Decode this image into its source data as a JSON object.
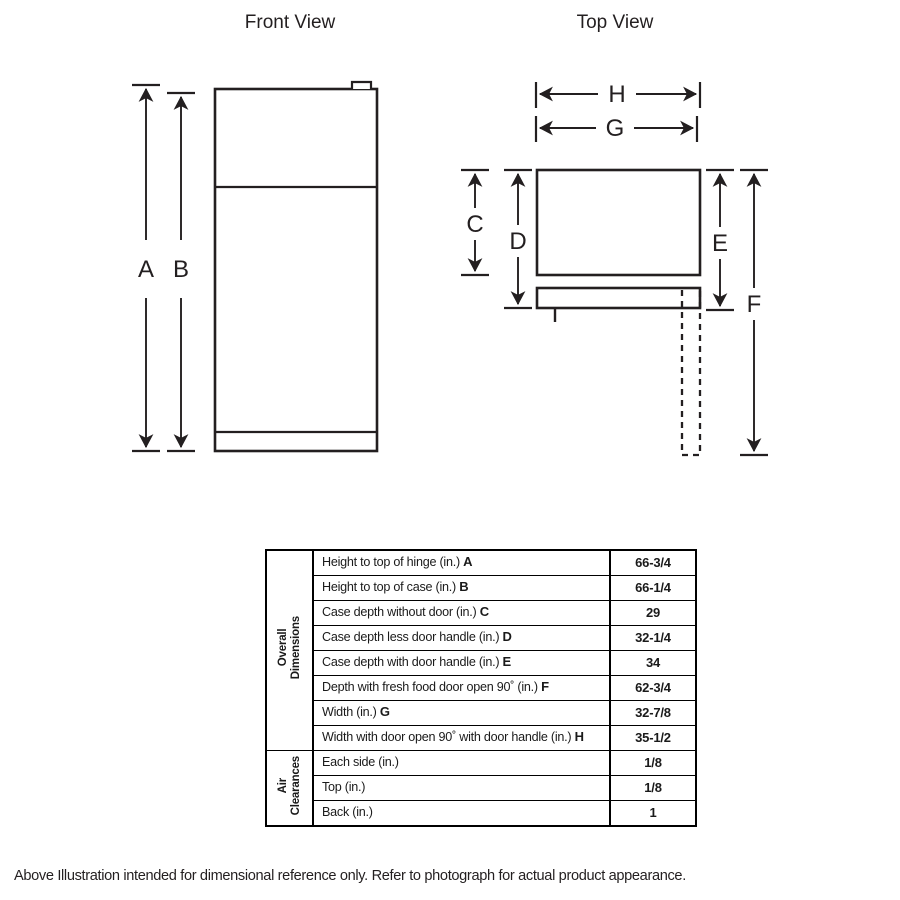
{
  "views": {
    "front": {
      "title": "Front View"
    },
    "top": {
      "title": "Top View"
    }
  },
  "dimension_labels": {
    "a": "A",
    "b": "B",
    "c": "C",
    "d": "D",
    "e": "E",
    "f": "F",
    "g": "G",
    "h": "H"
  },
  "table": {
    "groups": [
      {
        "name": "Overall\nDimensions",
        "rows": [
          {
            "label": "Height to top of hinge (in.) ",
            "key": "A",
            "value": "66-3/4"
          },
          {
            "label": "Height to top of case (in.) ",
            "key": "B",
            "value": "66-1/4"
          },
          {
            "label": "Case depth without door (in.) ",
            "key": "C",
            "value": "29"
          },
          {
            "label": "Case depth less door handle (in.) ",
            "key": "D",
            "value": "32-1/4"
          },
          {
            "label": "Case depth with door handle (in.) ",
            "key": "E",
            "value": "34"
          },
          {
            "label": "Depth with fresh food door open 90˚ (in.) ",
            "key": "F",
            "value": "62-3/4"
          },
          {
            "label": "Width (in.) ",
            "key": "G",
            "value": "32-7/8"
          },
          {
            "label": "Width with door open 90˚ with door handle (in.) ",
            "key": "H",
            "value": "35-1/2"
          }
        ]
      },
      {
        "name": "Air\nClearances",
        "rows": [
          {
            "label": "Each side (in.)",
            "key": "",
            "value": "1/8"
          },
          {
            "label": "Top (in.)",
            "key": "",
            "value": "1/8"
          },
          {
            "label": "Back (in.)",
            "key": "",
            "value": "1"
          }
        ]
      }
    ]
  },
  "footnote": {
    "text": "Above Illustration intended for dimensional reference only. Refer to photograph for actual product appearance."
  },
  "colors": {
    "line": "#231f20",
    "text": "#231f20",
    "background": "#ffffff"
  }
}
